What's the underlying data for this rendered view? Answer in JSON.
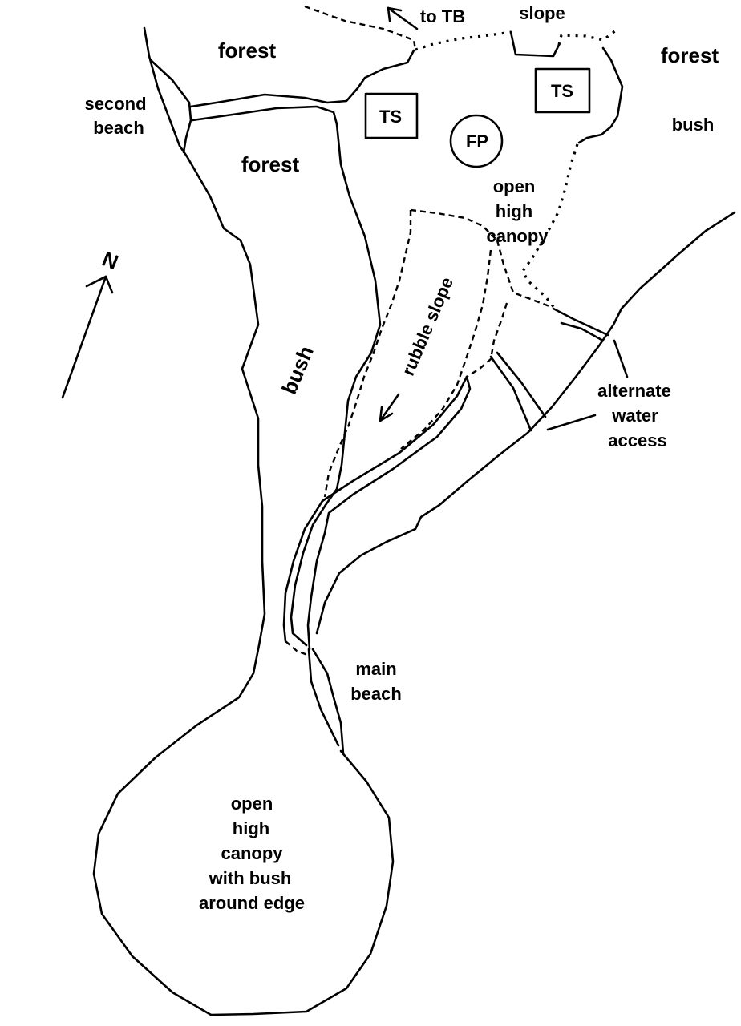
{
  "map": {
    "labels": {
      "to_tb": "to TB",
      "slope": "slope",
      "forest_top": "forest",
      "forest_right": "forest",
      "forest_center": "forest",
      "second_beach_1": "second",
      "second_beach_2": "beach",
      "ts_left": "TS",
      "ts_right": "TS",
      "fp": "FP",
      "bush_right": "bush",
      "open_high_canopy_1": "open",
      "open_high_canopy_2": "high",
      "open_high_canopy_3": "canopy",
      "north": "N",
      "rubble_slope": "rubble slope",
      "bush_center": "bush",
      "alternate_water_access_1": "alternate",
      "alternate_water_access_2": "water",
      "alternate_water_access_3": "access",
      "main_beach_1": "main",
      "main_beach_2": "beach",
      "clearing_1": "open",
      "clearing_2": "high",
      "clearing_3": "canopy",
      "clearing_4": "with bush",
      "clearing_5": "around edge"
    }
  }
}
